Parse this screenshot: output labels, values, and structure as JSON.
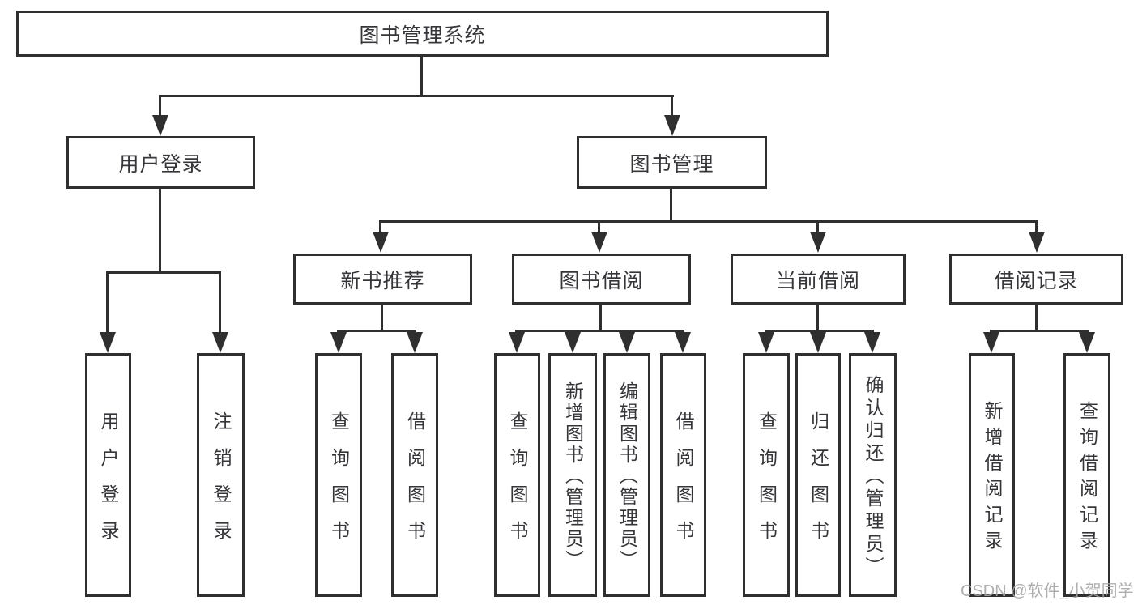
{
  "diagram_title": "图书管理系统",
  "nodes": {
    "root": "图书管理系统",
    "user_login": "用户登录",
    "book_mgmt": "图书管理",
    "user_login_leaf": "用户登录",
    "logout_leaf": "注销登录",
    "new_book_rec": "新书推荐",
    "book_borrow": "图书借阅",
    "current_borrow": "当前借阅",
    "borrow_record": "借阅记录",
    "nb_query_books": "查询图书",
    "nb_borrow_books": "借阅图书",
    "bb_query_books": "查询图书",
    "bb_add_books": "新增图书（管理员）",
    "bb_edit_books": "编辑图书（管理员）",
    "bb_borrow_books": "借阅图书",
    "cb_query_books": "查询图书",
    "cb_return_books": "归还图书",
    "cb_confirm_return": "确认归还（管理员）",
    "br_add_record": "新增借阅记录",
    "br_query_record": "查询借阅记录"
  },
  "watermark": "CSDN @软件_小贺同学",
  "colors": {
    "line": "#2f2f2f",
    "text": "#36363a",
    "watermark": "#a6a6a6",
    "background": "#ffffff"
  }
}
